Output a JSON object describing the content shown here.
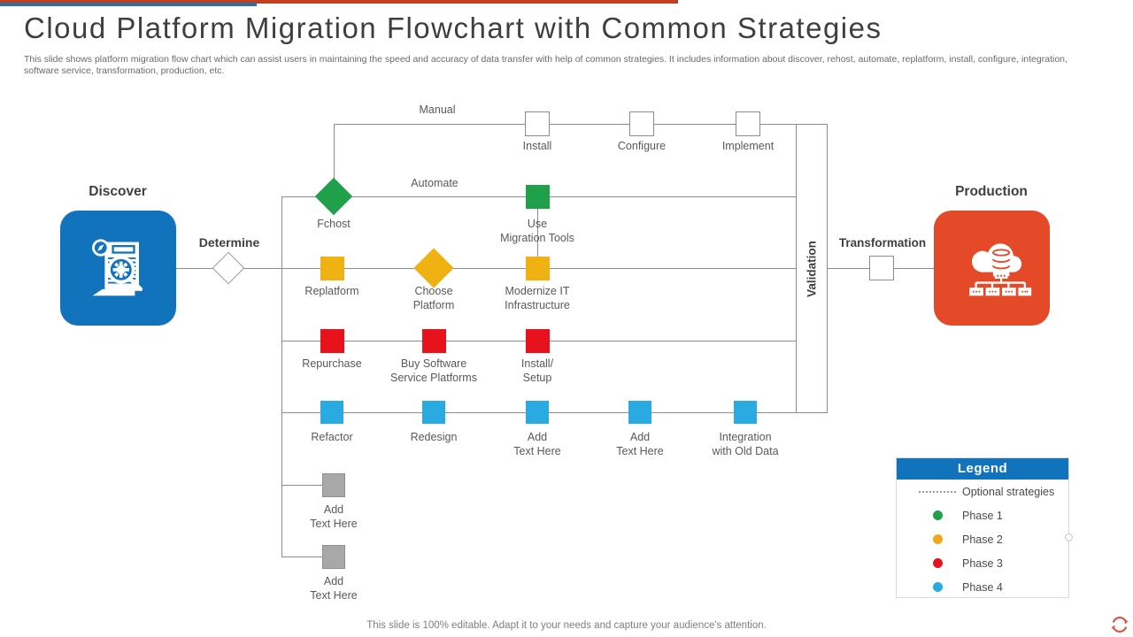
{
  "slide": {
    "title": "Cloud Platform Migration Flowchart with Common Strategies",
    "subtitle": "This slide shows platform migration flow chart which can assist users in maintaining the speed and accuracy of data transfer with help of common strategies. It includes information about discover, rehost, automate, replatform, install, configure, integration, software service, transformation, production, etc.",
    "footer": "This slide is 100% editable. Adapt it to your needs and capture your audience's attention."
  },
  "stages": {
    "discover": "Discover",
    "determine": "Determine",
    "manual": "Manual",
    "automate": "Automate",
    "validation": "Validation",
    "transformation": "Transformation",
    "production": "Production"
  },
  "nodes": {
    "manual_row": [
      {
        "label": "Install"
      },
      {
        "label": "Configure"
      },
      {
        "label": "Implement"
      }
    ],
    "automate_row": [
      {
        "label": "Fchost",
        "shape": "diamond"
      },
      {
        "label": "Use\nMigration Tools",
        "shape": "square"
      }
    ],
    "phase2_row": [
      {
        "label": "Replatform",
        "shape": "square"
      },
      {
        "label": "Choose\nPlatform",
        "shape": "diamond"
      },
      {
        "label": "Modernize IT\nInfrastructure",
        "shape": "square"
      }
    ],
    "phase3_row": [
      {
        "label": "Repurchase"
      },
      {
        "label": "Buy Software\nService Platforms"
      },
      {
        "label": "Install/\nSetup"
      }
    ],
    "phase4_row": [
      {
        "label": "Refactor"
      },
      {
        "label": "Redesign"
      },
      {
        "label": "Add\nText Here"
      },
      {
        "label": "Add\nText Here"
      },
      {
        "label": "Integration\nwith Old Data"
      }
    ],
    "optional_row": [
      {
        "label": "Add\nText Here"
      },
      {
        "label": "Add\nText Here"
      }
    ]
  },
  "legend": {
    "title": "Legend",
    "items": [
      {
        "swatch": "dotted",
        "label": "Optional strategies"
      },
      {
        "swatch": "dot",
        "color": "#21a04b",
        "label": "Phase 1"
      },
      {
        "swatch": "dot",
        "color": "#f2a71c",
        "label": "Phase 2"
      },
      {
        "swatch": "dot",
        "color": "#e8121d",
        "label": "Phase 3"
      },
      {
        "swatch": "dot",
        "color": "#29abe2",
        "label": "Phase 4"
      }
    ]
  },
  "colors": {
    "discover_box": "#1073bc",
    "production_box": "#e54a28",
    "phase1": "#21a04b",
    "phase2": "#f0b113",
    "phase3": "#e8121d",
    "phase4": "#29abe2",
    "optional": "#a8a8a8",
    "topbar_red": "#c23e1e",
    "topbar_blue": "#2e6d9e",
    "legend_header": "#1073bc"
  }
}
